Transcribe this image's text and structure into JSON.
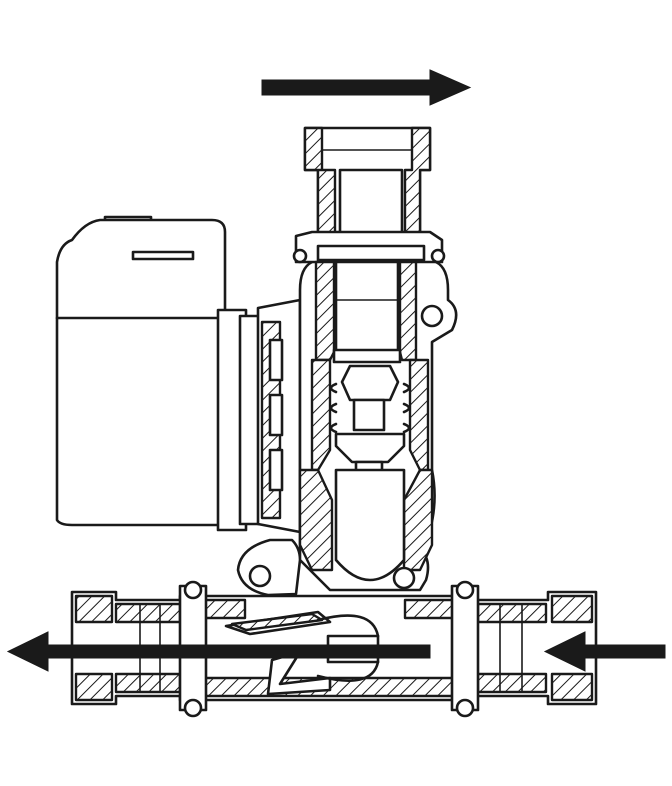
{
  "figure": {
    "subject": "pump-check-valve-cross-section",
    "line_color": "#1a1a1a",
    "background": "#ffffff",
    "flow_arrows": [
      {
        "id": "top-outlet-flow",
        "direction": "right"
      },
      {
        "id": "pipe-flow-through",
        "direction": "left"
      },
      {
        "id": "pipe-inlet-flow",
        "direction": "left"
      }
    ]
  }
}
